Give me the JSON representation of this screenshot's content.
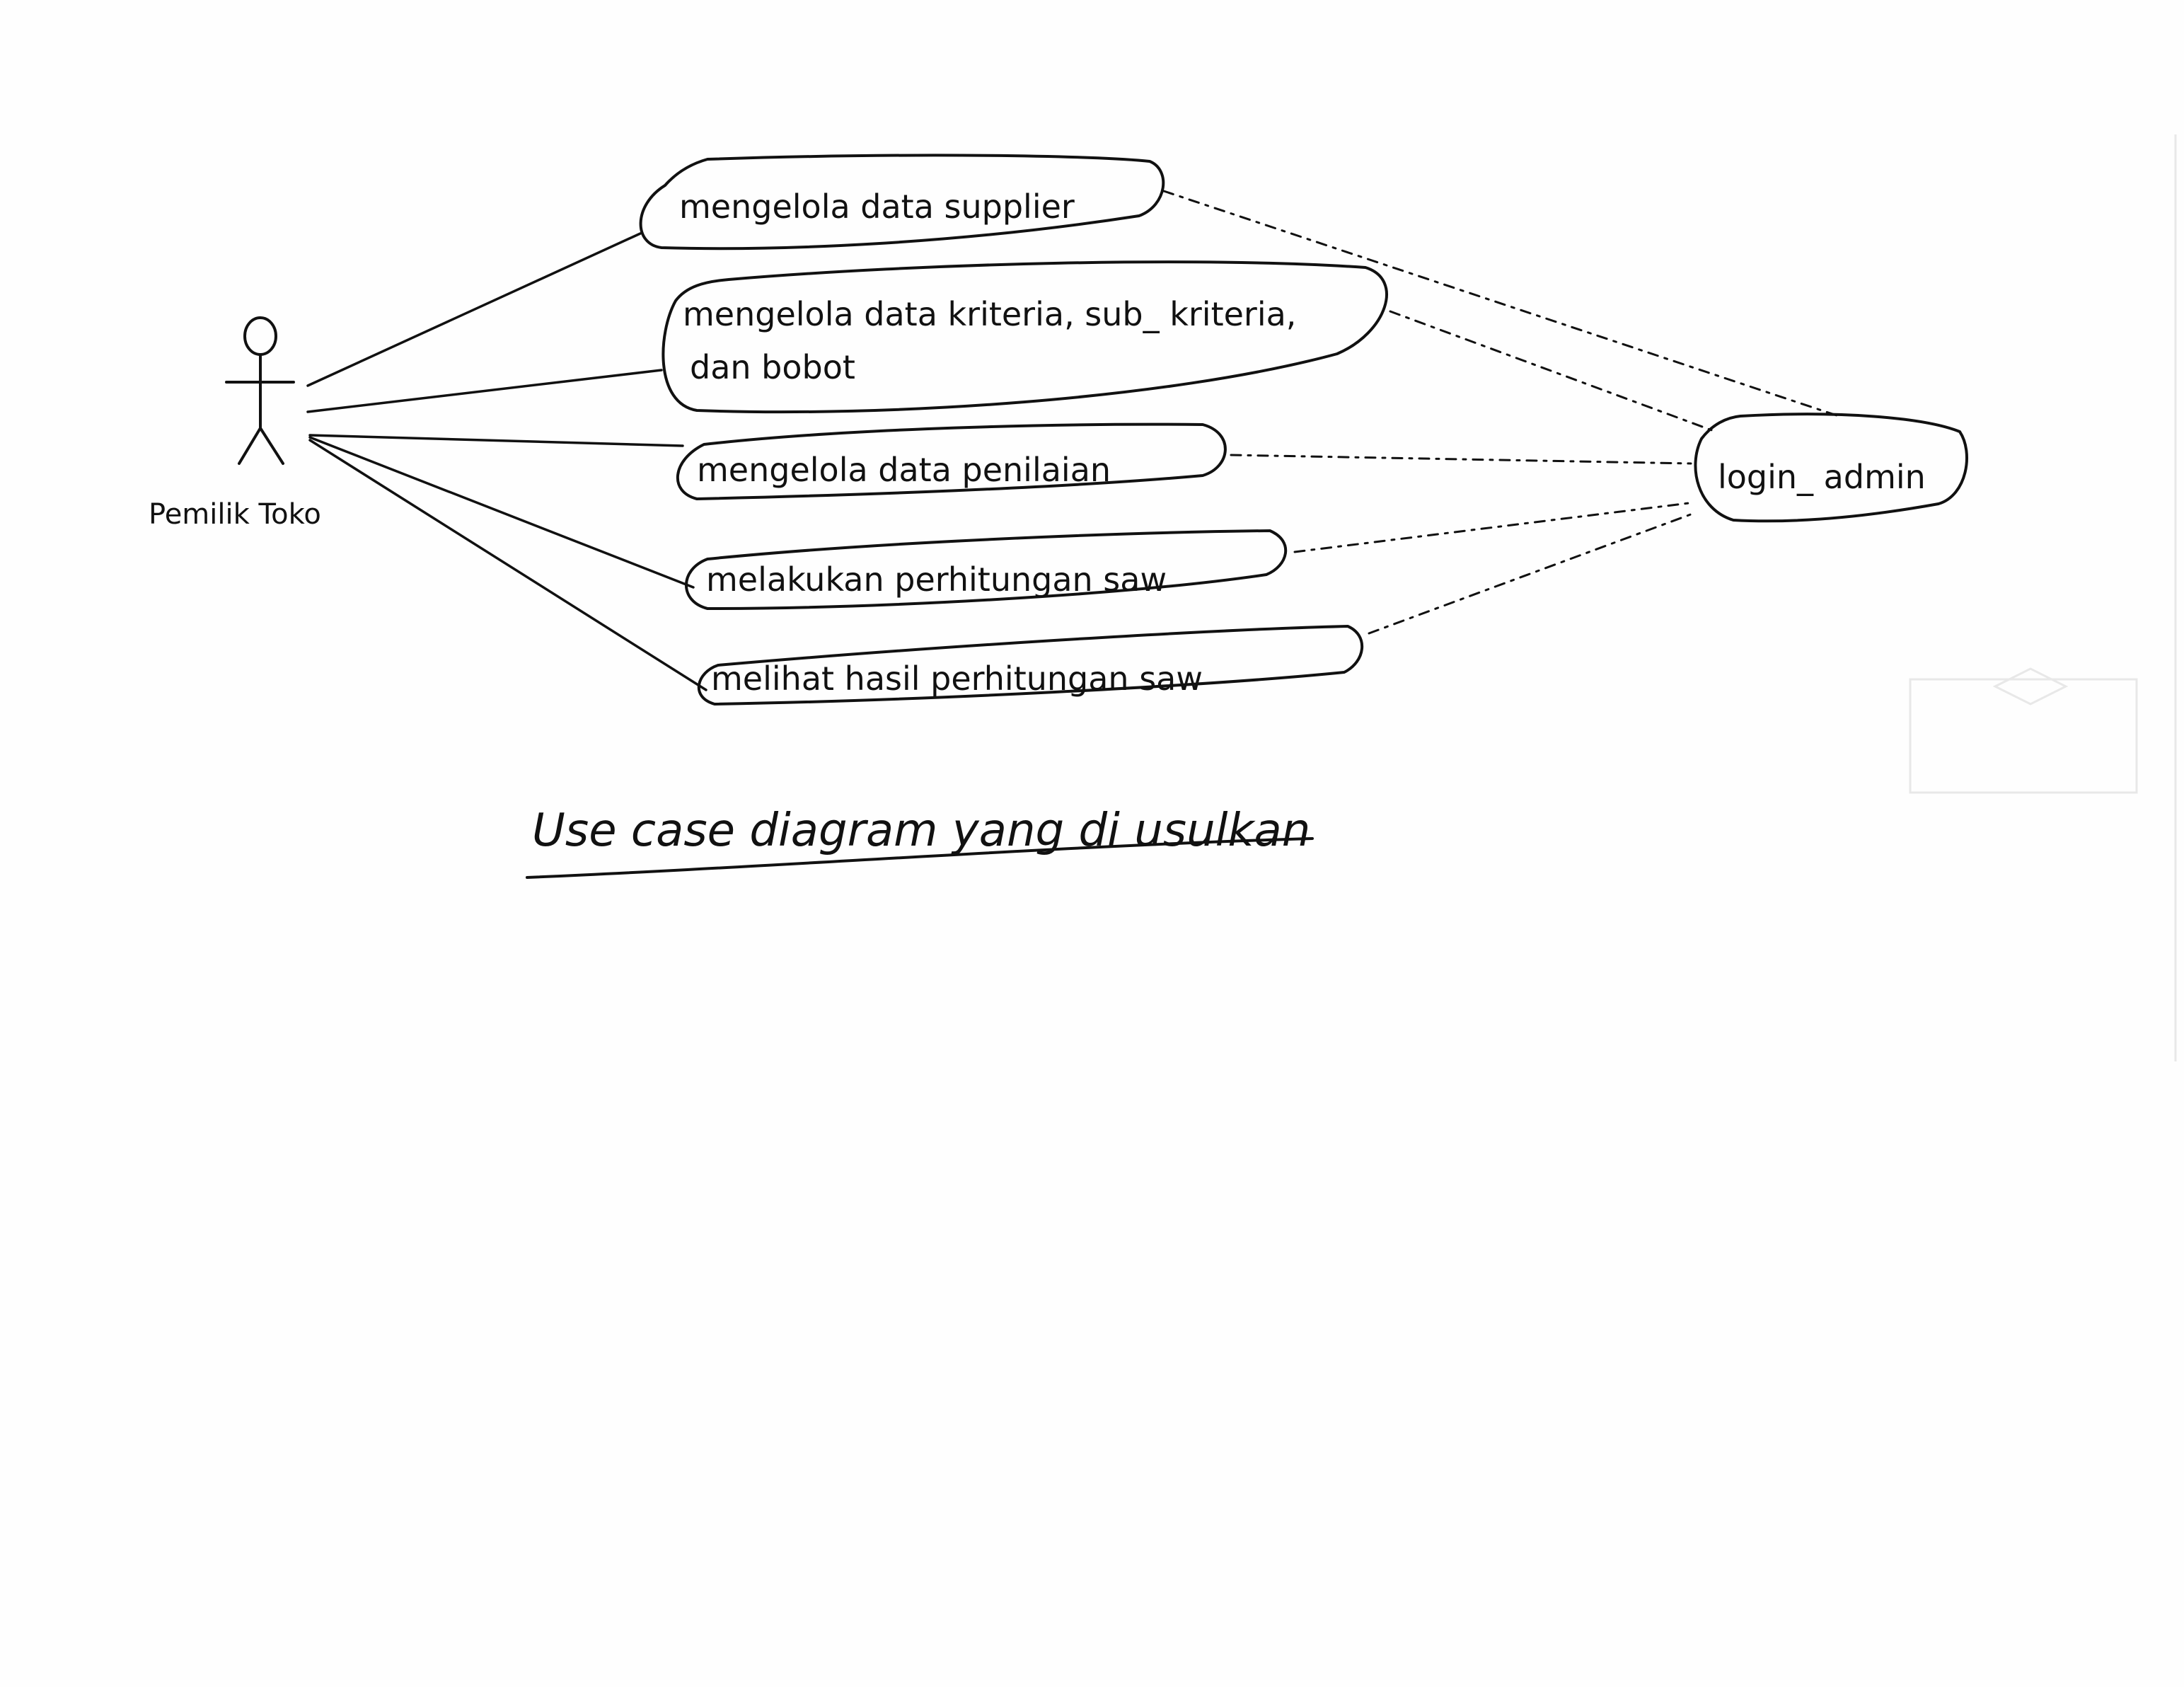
{
  "actor": {
    "label": "Pemilik Toko"
  },
  "use_cases": [
    {
      "id": "uc1",
      "label": "mengelola  data  supplier"
    },
    {
      "id": "uc2",
      "label_line1": "mengelola  data  kriteria,  sub_ kriteria,",
      "label_line2": "dan  bobot"
    },
    {
      "id": "uc3",
      "label": "mengelola  data  penilaian"
    },
    {
      "id": "uc4",
      "label": "melakukan  perhitungan  saw"
    },
    {
      "id": "uc5",
      "label": "melihat  hasil  perhitungan  saw"
    }
  ],
  "included_use_case": {
    "label": "login_ admin"
  },
  "caption": "Use case  diagram  yang  di usulkan"
}
